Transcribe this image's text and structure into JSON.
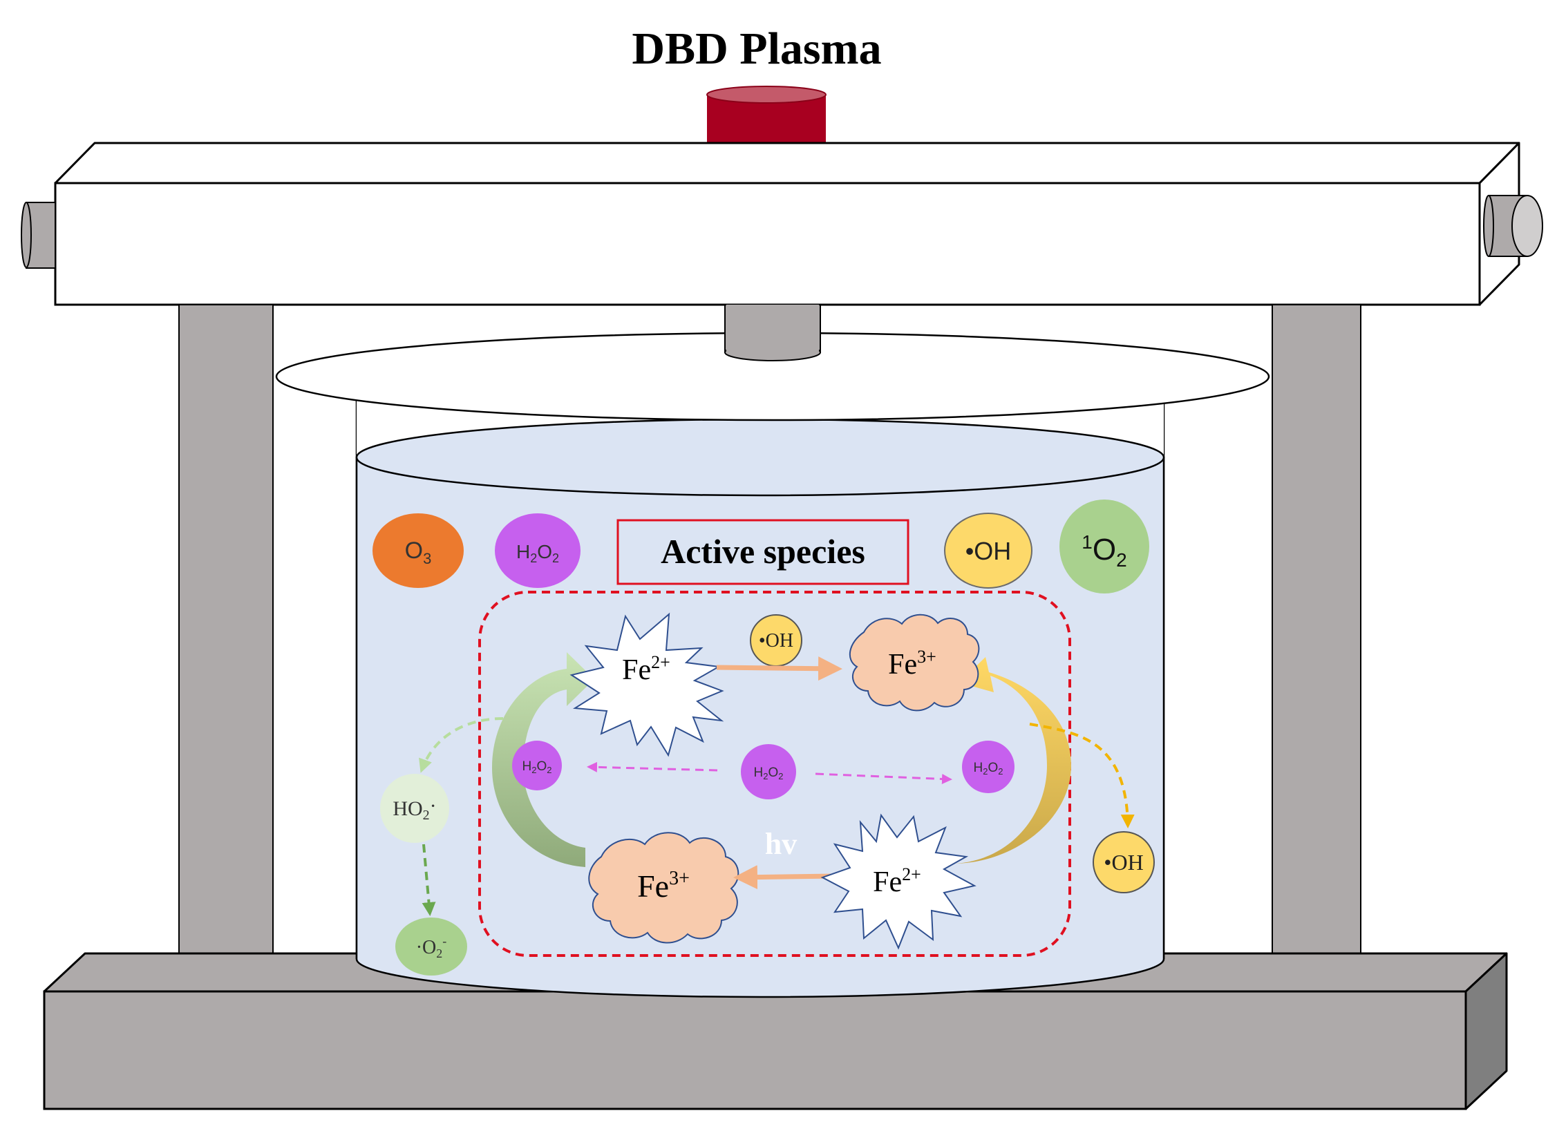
{
  "title": "DBD Plasma",
  "active_species_label": "Active species",
  "species": {
    "o3": {
      "main": "O",
      "sub": "3"
    },
    "h2o2": {
      "a": "H",
      "b": "2",
      "c": "O",
      "d": "2"
    },
    "oh": "•OH",
    "singlet_o2": {
      "sup": "1",
      "main": "O",
      "sub": "2"
    }
  },
  "cycle": {
    "fe2_top": {
      "main": "Fe",
      "sup": "2+"
    },
    "fe3_top": {
      "main": "Fe",
      "sup": "3+"
    },
    "fe3_bottom": {
      "main": "Fe",
      "sup": "3+"
    },
    "fe2_bottom": {
      "main": "Fe",
      "sup": "2+"
    },
    "oh_small": "•OH",
    "h2o2_left": {
      "a": "H",
      "b": "2",
      "c": "O",
      "d": "2"
    },
    "h2o2_center": {
      "a": "H",
      "b": "2",
      "c": "O",
      "d": "2"
    },
    "h2o2_right": {
      "a": "H",
      "b": "2",
      "c": "O",
      "d": "2"
    },
    "hv": "hv"
  },
  "side": {
    "ho2": {
      "main": "HO",
      "sub": "2",
      "dot": "·"
    },
    "o2_radical": {
      "dot": "·",
      "main": "O",
      "sub": "2",
      "sup": "-"
    },
    "oh_right": "•OH"
  },
  "colors": {
    "plasma_cap": "#a80020",
    "frame_gray": "#aeaaaa",
    "water": "#dbe4f3",
    "dashed_box": "#e01020",
    "o3": "#ec7a2e",
    "h2o2": "#c660ee",
    "oh": "#fdd96a",
    "singlet_o2": "#a9d18e",
    "fe3_cloud": "#f8cbad",
    "ho2": "#e2efd9",
    "o2_radical": "#a9d18e",
    "arrow_orange": "#f4b183",
    "arrow_pink": "#e060e0",
    "arrow_yellow": "#f2b400",
    "arrow_green": "#70ad47"
  }
}
